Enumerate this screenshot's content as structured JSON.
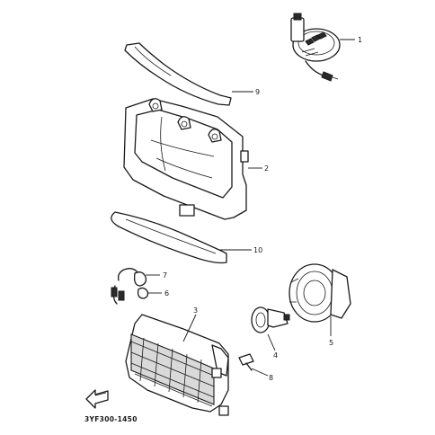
{
  "callouts": {
    "c1": "1",
    "c2": "2",
    "c3": "3",
    "c4": "4",
    "c5": "5",
    "c6": "6",
    "c7": "7",
    "c8": "8",
    "c9": "9",
    "c10": "10"
  },
  "diagram_code": "3YF300-1450",
  "colors": {
    "line": "#1a1a1a",
    "background": "#ffffff"
  }
}
